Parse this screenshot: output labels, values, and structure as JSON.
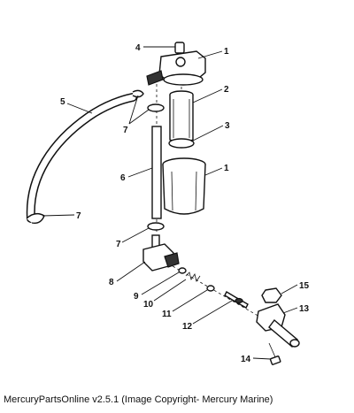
{
  "callouts": {
    "c1a": "1",
    "c1b": "1",
    "c2": "2",
    "c3": "3",
    "c4": "4",
    "c5": "5",
    "c6": "6",
    "c7a": "7",
    "c7b": "7",
    "c7c": "7",
    "c8": "8",
    "c9": "9",
    "c10": "10",
    "c11": "11",
    "c12": "12",
    "c13": "13",
    "c14": "14",
    "c15": "15"
  },
  "footer": {
    "text": "MercuryPartsOnline v2.5.1 (Image Copyright- Mercury Marine)"
  }
}
